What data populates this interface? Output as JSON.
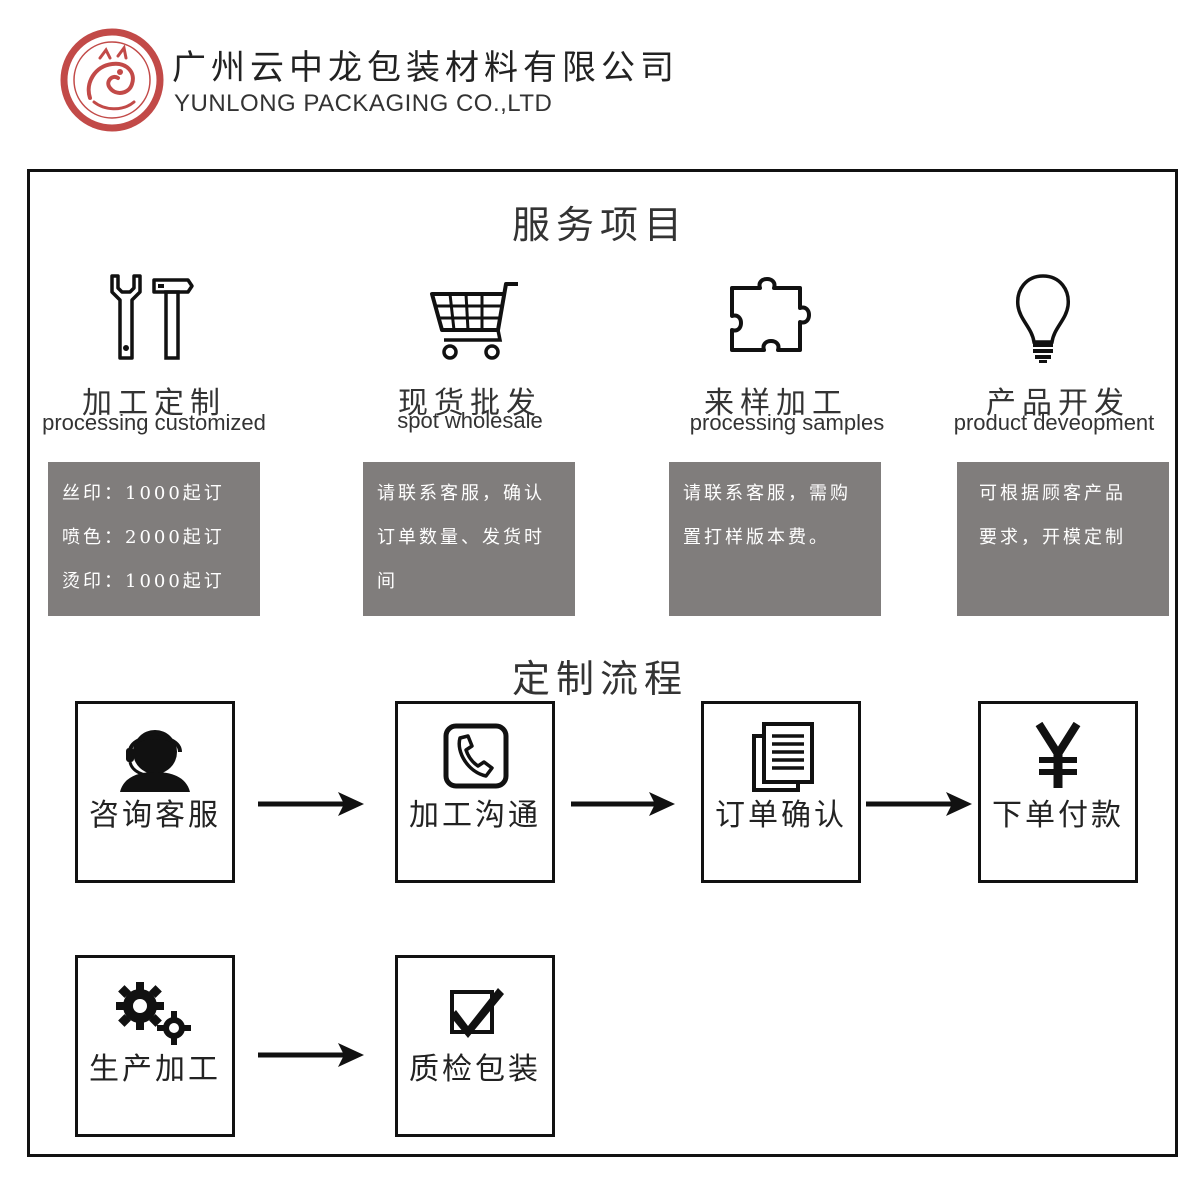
{
  "header": {
    "company_cn": "广州云中龙包装材料有限公司",
    "company_en": "YUNLONG PACKAGING CO.,LTD",
    "brand_color": "#c24a48"
  },
  "services": {
    "title": "服务项目",
    "items": [
      {
        "icon": "tools-icon",
        "title_cn": "加工定制",
        "title_en": "processing customized",
        "details": [
          "丝印：1000起订",
          "喷色：2000起订",
          "烫印：1000起订"
        ]
      },
      {
        "icon": "shopping-cart-icon",
        "title_cn": "现货批发",
        "title_en": "spot wholesale",
        "details": [
          "请联系客服，确认",
          "订单数量、发货时",
          "间"
        ]
      },
      {
        "icon": "puzzle-icon",
        "title_cn": "来样加工",
        "title_en": "processing samples",
        "details": [
          "请联系客服，需购",
          "置打样版本费。"
        ]
      },
      {
        "icon": "lightbulb-icon",
        "title_cn": "产品开发",
        "title_en": "product deveopment",
        "details": [
          "可根据顾客产品",
          "要求，开模定制"
        ]
      }
    ],
    "box_color": "#807d7c"
  },
  "process": {
    "title": "定制流程",
    "steps": [
      {
        "icon": "customer-service-icon",
        "label": "咨询客服"
      },
      {
        "icon": "phone-icon",
        "label": "加工沟通"
      },
      {
        "icon": "document-icon",
        "label": "订单确认"
      },
      {
        "icon": "yen-icon",
        "label": "下单付款"
      },
      {
        "icon": "gears-icon",
        "label": "生产加工"
      },
      {
        "icon": "checkbox-icon",
        "label": "质检包装"
      }
    ]
  }
}
